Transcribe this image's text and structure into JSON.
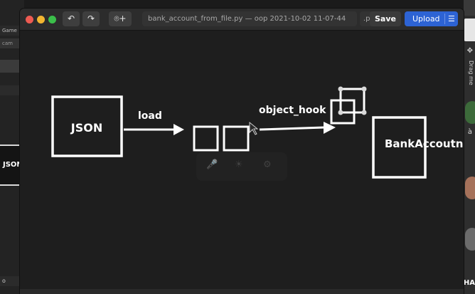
{
  "background_app": {
    "left_tab_1": "Game",
    "left_tab_2": "cam",
    "left_json_label": "JSON",
    "left_bottom_label": "o",
    "right_drag_label": "Drag me",
    "right_letter": "à",
    "right_bottom_text": "HA"
  },
  "window": {
    "filename": "bank_account_from_file.py — oop 2021-10-02 11-07-44",
    "extension": ".png",
    "save_label": "Save",
    "upload_label": "Upload",
    "menu_icon": "☰"
  },
  "icons": {
    "undo": "↶",
    "redo": "↷",
    "camera": "⌾+",
    "drag": "✥",
    "mic": "🎤",
    "brightness": "☀",
    "settings": "⚙"
  },
  "diagram": {
    "json_label": "JSON",
    "load_label": "load",
    "object_hook_label": "object_hook",
    "bankaccount_label": "BankAccoutn"
  },
  "colors": {
    "upload_bg": "#2d63d4",
    "close": "#ee5b52",
    "minimize": "#f2b531",
    "maximize": "#3bbf4a",
    "diagram_stroke": "#ffffff"
  }
}
